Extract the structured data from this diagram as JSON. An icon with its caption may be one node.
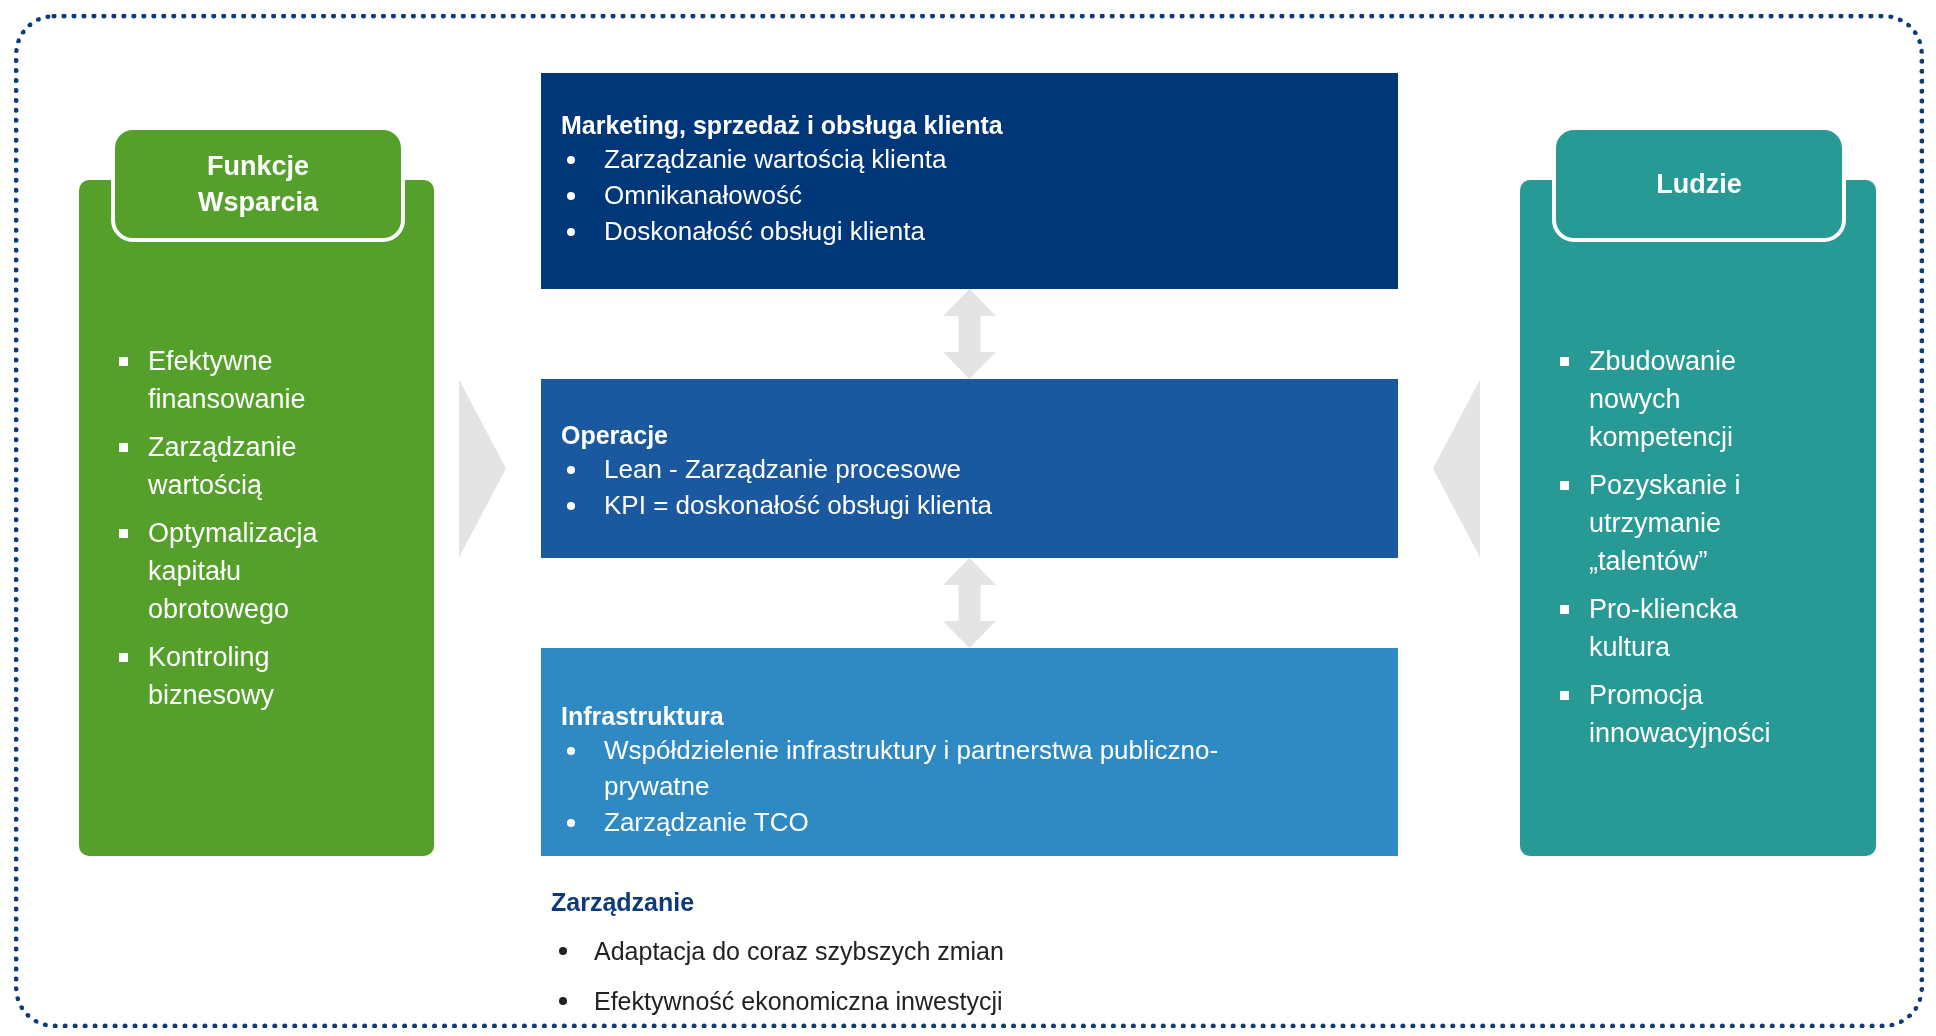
{
  "diagram": {
    "nodes": [
      {
        "text": [
          "Funkcje Wsparcia",
          "Efektywne finansowanie",
          "Zarządzanie wartością",
          "Optymalizacja kapitału obrotowego",
          "Kontroling biznesowy"
        ]
      },
      {
        "text": [
          "Marketing, sprzedaż i obsługa klienta",
          "Zarządzanie wartością klienta",
          "Omnikanałowość",
          "Doskonałość obsługi klienta"
        ]
      },
      {
        "text": [
          "Operacje",
          "Lean - Zarządzanie procesowe",
          "KPI = doskonałość obsługi klienta"
        ]
      },
      {
        "text": [
          "Infrastruktura",
          "Współdzielenie infrastruktury i partnerstwa publiczno-prywatne",
          "Zarządzanie TCO"
        ]
      },
      {
        "text": [
          "Ludzie",
          "Zbudowanie nowych kompetencji",
          "Pozyskanie i utrzymanie „talentów”",
          "Pro-kliencka kultura",
          "Promocja innowacyjności"
        ]
      }
    ],
    "edges": [
      {
        "from": 0,
        "to": 2,
        "arrow": "to"
      },
      {
        "from": 1,
        "to": 2,
        "arrow": "both"
      },
      {
        "from": 2,
        "to": 3,
        "arrow": "both"
      },
      {
        "from": 4,
        "to": 2,
        "arrow": "to"
      }
    ],
    "labels": [
      "Zarządzanie",
      "Adaptacja do coraz szybszych zmian",
      "Efektywność ekonomiczna inwestycji"
    ]
  }
}
